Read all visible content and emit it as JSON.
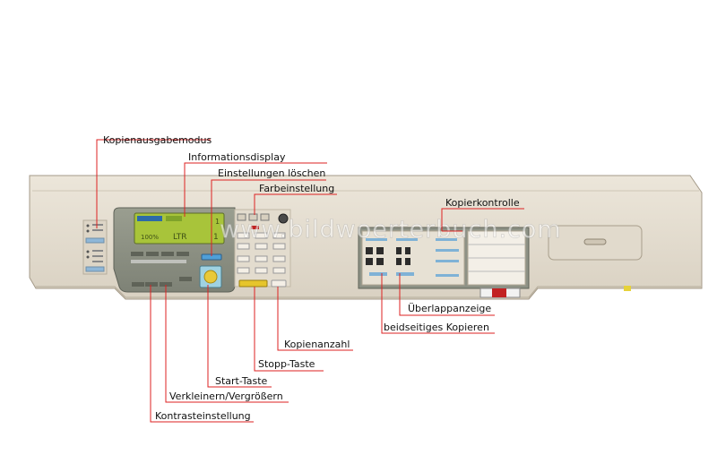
{
  "watermark": "www.bildwoerterbuch.com",
  "display": {
    "line1": "1",
    "line2_left": "100%",
    "line2_mid": "LTR",
    "line2_right": "1"
  },
  "labels": {
    "kopienausgabemodus": "Kopienausgabemodus",
    "informationsdisplay": "Informationsdisplay",
    "einstellungen_loeschen": "Einstellungen löschen",
    "farbeinstellung": "Farbeinstellung",
    "kopierkontrolle": "Kopierkontrolle",
    "ueberlappanzeige": "Überlappanzeige",
    "beidseitiges_kopieren": "beidseitiges Kopieren",
    "kopienanzahl": "Kopienanzahl",
    "stopp_taste": "Stopp-Taste",
    "start_taste": "Start-Taste",
    "verkleinern_vergroessern": "Verkleinern/Vergrößern",
    "kontrasteinstellung": "Kontrasteinstellung"
  },
  "colors": {
    "body": "#e4ddd0",
    "panel": "#8c9083",
    "lcd": "#a8c43a",
    "start_button": "#e8c93a",
    "stop_button": "#e6c52c",
    "leader": "#d22222",
    "indicator_red": "#c22222"
  }
}
